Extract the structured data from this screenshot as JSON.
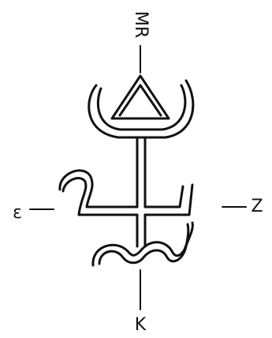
{
  "labels": {
    "top": "MR",
    "left": "ε",
    "right": "Z",
    "bottom": "K"
  }
}
